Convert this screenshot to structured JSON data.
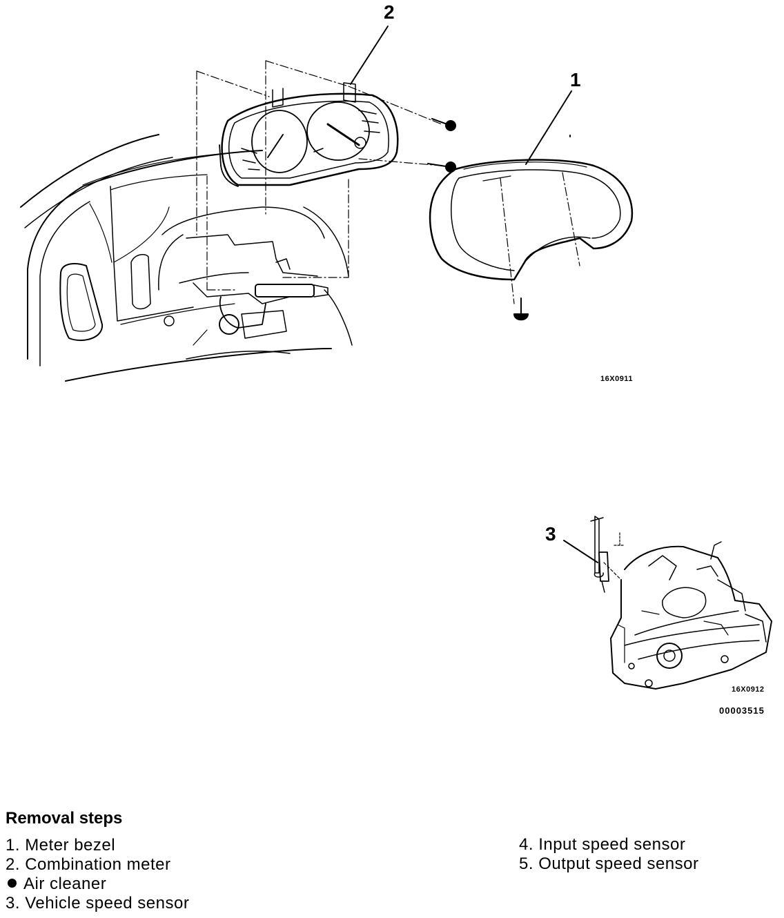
{
  "figure_top": {
    "callouts": [
      {
        "id": "c2",
        "text": "2"
      },
      {
        "id": "c1",
        "text": "1"
      }
    ],
    "code": "16X0911"
  },
  "figure_bottom": {
    "callouts": [
      {
        "id": "c3",
        "text": "3"
      }
    ],
    "code": "16X0912",
    "doc_number": "00003515"
  },
  "removal": {
    "title": "Removal steps",
    "left": [
      {
        "marker": "1.",
        "label": "Meter bezel"
      },
      {
        "marker": "2.",
        "label": "Combination meter"
      },
      {
        "marker": "bullet",
        "label": "Air cleaner"
      },
      {
        "marker": "3.",
        "label": "Vehicle speed sensor"
      }
    ],
    "right": [
      {
        "marker": "4.",
        "label": "Input speed sensor"
      },
      {
        "marker": "5.",
        "label": "Output speed sensor"
      }
    ]
  }
}
